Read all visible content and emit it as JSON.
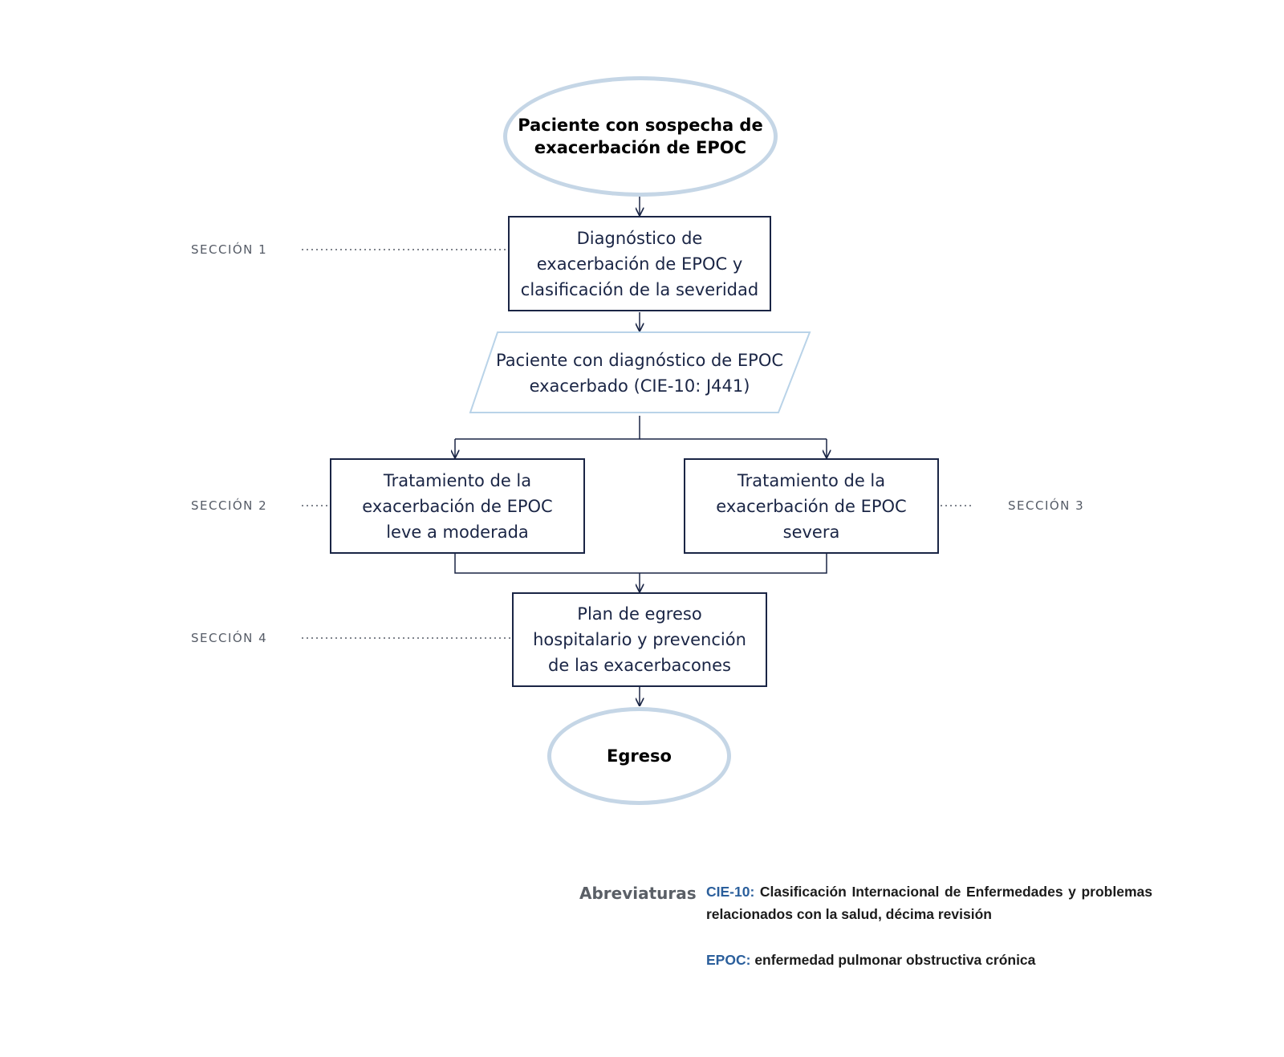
{
  "nodes": {
    "start": "Paciente con sospecha de\nexacerbación de EPOC",
    "diagnosis": "Diagnóstico de\nexacerbación de EPOC y\nclasificación de la severidad",
    "diagnosed_patient": "Paciente con diagnóstico de EPOC\nexacerbado (CIE-10: J441)",
    "treatment_mild": "Tratamiento de la\nexacerbación de EPOC\nleve a moderada",
    "treatment_severe": "Tratamiento de la\nexacerbación de EPOC\nsevera",
    "discharge_plan": "Plan de egreso\nhospitalario y prevención\nde las exacerbacones",
    "end": "Egreso"
  },
  "sections": {
    "s1": "SECCIÓN 1",
    "s2": "SECCIÓN 2",
    "s3": "SECCIÓN 3",
    "s4": "SECCIÓN 4"
  },
  "abbreviations": {
    "title": "Abreviaturas",
    "items": [
      {
        "term": "CIE-10:",
        "definition": "Clasificación Internacional de Enfermedades y problemas relacionados con la salud, décima revisión"
      },
      {
        "term": "EPOC:",
        "definition": "enfermedad pulmonar obstructiva crónica"
      }
    ]
  },
  "colors": {
    "oval_border": "#c5d6e6",
    "box_border": "#1a2545",
    "parallelogram_border": "#b9d3e8",
    "abbreviation_term": "#2b5f9c"
  }
}
